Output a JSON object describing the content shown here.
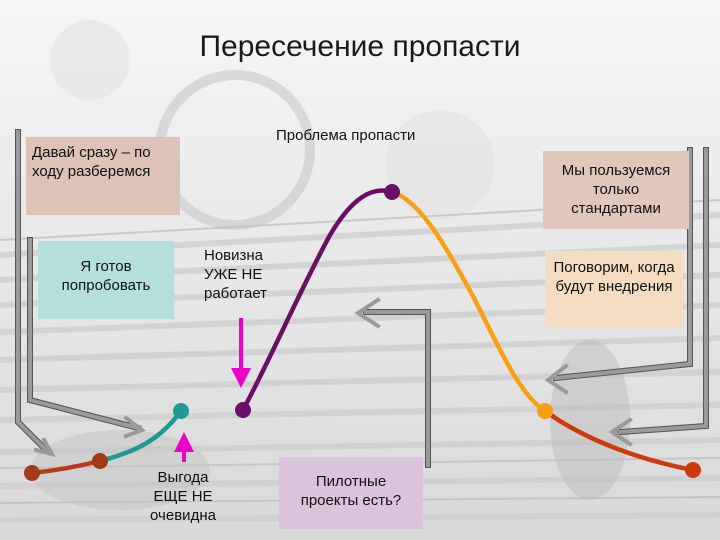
{
  "title": "Пересечение пропасти",
  "chasm_label": "Проблема пропасти",
  "boxes": {
    "innovators": "Давай сразу – по ходу разберемся",
    "early_adopters": "Я готов попробовать",
    "early_majority": "Мы пользуемся только стандартами",
    "late_majority": "Поговорим, когда будут внедрения",
    "pilots": "Пилотные проекты есть?"
  },
  "labels": {
    "novelty": "Новизна\nУЖЕ НЕ\nработает",
    "benefit": "Выгода\nЕЩЕ НЕ\nочевидна"
  },
  "colors": {
    "innovators_box": "#dcc2b7",
    "early_adopters_box": "#b5dfdc",
    "early_majority_box": "#e0c7bc",
    "late_majority_box": "#f3dcc2",
    "pilots_box": "#d9c4db",
    "curve_left": "#b83a1e",
    "curve_teal": "#1e9a93",
    "curve_purple": "#6a0f68",
    "curve_orange": "#f7a012",
    "curve_right": "#cc3a0e",
    "highlight_arrow": "#ee00cc",
    "gray_arrow": "#808080"
  }
}
